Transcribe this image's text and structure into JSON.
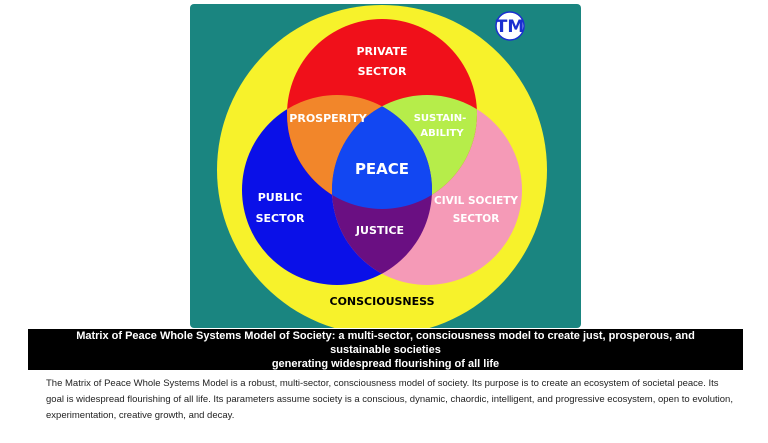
{
  "diagram": {
    "logo_text": "TM",
    "labels": {
      "private_line1": "PRIVATE",
      "private_line2": "SECTOR",
      "prosperity": "PROSPERITY",
      "sustain_line1": "SUSTAIN-",
      "sustain_line2": "ABILITY",
      "peace": "PEACE",
      "public_line1": "PUBLIC",
      "public_line2": "SECTOR",
      "civil_line1": "CIVIL SOCIETY",
      "civil_line2": "SECTOR",
      "justice": "JUSTICE",
      "consciousness": "CONSCIOUSNESS"
    },
    "colors": {
      "background": "#1a8580",
      "outer_circle": "#f7f22b",
      "private": "#f0101a",
      "public": "#0a10e8",
      "civil": "#f59ab7",
      "prosperity": "#f2862a",
      "sustainability": "#b6ed4a",
      "justice": "#6a0f82",
      "peace": "#1247f2"
    }
  },
  "caption": {
    "line1": "Matrix of Peace Whole Systems Model of Society: a multi-sector, consciousness model to create just, prosperous, and sustainable societies",
    "line2": "generating widespread flourishing of all life"
  },
  "body_text": "The Matrix of Peace Whole Systems Model is a robust, multi-sector, consciousness model of society. Its purpose is to create an ecosystem of societal peace. Its goal is widespread flourishing of all life.  Its parameters assume society is a conscious, dynamic, chaordic, intelligent, and progressive ecosystem, open to evolution, experimentation, creative growth, and decay."
}
